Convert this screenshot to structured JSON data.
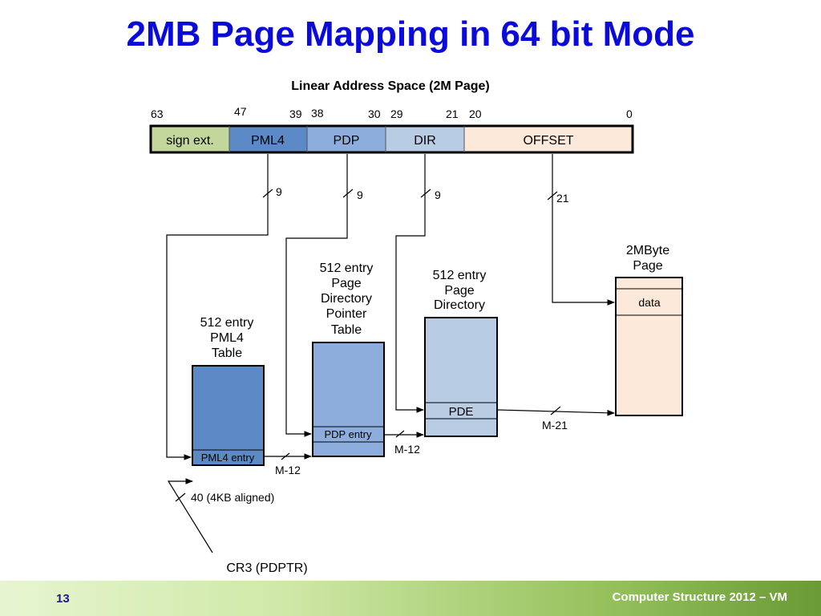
{
  "title": "2MB Page Mapping in 64 bit Mode",
  "diagram": {
    "address_title": "Linear Address Space (2M Page)",
    "bit_labels": [
      "63",
      "47",
      "39",
      "38",
      "30",
      "29",
      "21",
      "20",
      "0"
    ],
    "fields": {
      "sign": "sign ext.",
      "pml4": "PML4",
      "pdp": "PDP",
      "dir": "DIR",
      "offset": "OFFSET"
    },
    "field_colors": {
      "sign": "#c3d69b",
      "pml4": "#5b8ac7",
      "pdp": "#8daedc",
      "dir": "#b8cce4",
      "offset": "#fde9d9"
    },
    "bus_widths": {
      "pml4": "9",
      "pdp": "9",
      "dir": "9",
      "offset": "21",
      "m12_a": "M-12",
      "m12_b": "M-12",
      "m21": "M-21",
      "cr3": "40  (4KB aligned)"
    },
    "tables": {
      "pml4": {
        "label": [
          "512 entry",
          "PML4",
          "Table"
        ],
        "entry": "PML4 entry"
      },
      "pdpt": {
        "label": [
          "512 entry",
          "Page",
          "Directory",
          "Pointer",
          "Table"
        ],
        "entry": "PDP entry"
      },
      "pd": {
        "label": [
          "512 entry",
          "Page",
          "Directory"
        ],
        "entry": "PDE"
      },
      "page": {
        "label": [
          "2MByte",
          "Page"
        ],
        "entry": "data"
      }
    },
    "cr3": "CR3 (PDPTR)"
  },
  "footer": {
    "page_number": "13",
    "course": "Computer Structure 2012 – VM"
  }
}
